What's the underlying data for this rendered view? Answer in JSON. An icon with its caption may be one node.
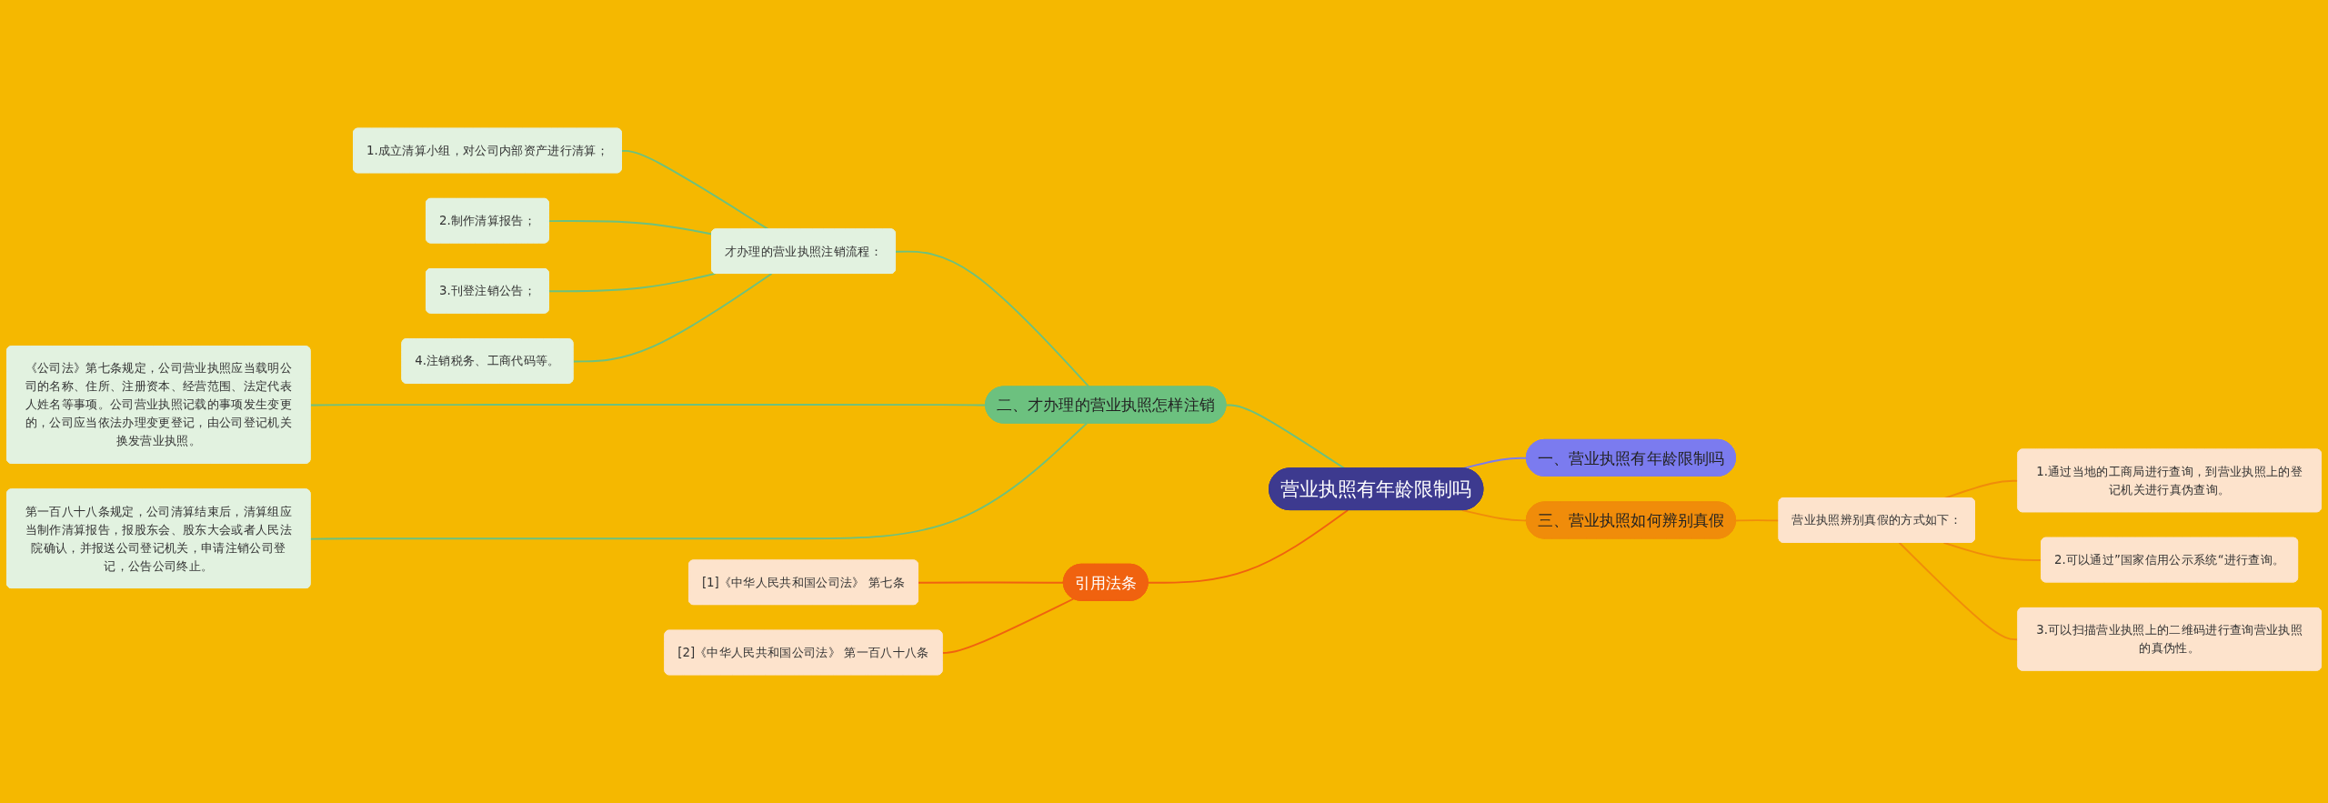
{
  "diagram": {
    "nodes": [
      {
        "text": [
          "营业执照有年龄限制吗"
        ]
      },
      {
        "text": [
          "一、营业执照有年龄限制吗"
        ]
      },
      {
        "text": [
          "二、才办理的营业执照怎样注销"
        ]
      },
      {
        "text": [
          "才办理的营业执照注销流程："
        ]
      },
      {
        "text": [
          "1.成立清算小组，对公司内部资产进行清算；"
        ]
      },
      {
        "text": [
          "2.制作清算报告；"
        ]
      },
      {
        "text": [
          "3.刊登注销公告；"
        ]
      },
      {
        "text": [
          "4.注销税务、工商代码等。"
        ]
      },
      {
        "text": [
          "《公司法》第七条规定，公司营业执照应当载明公司的名称、住所、注册资本、经营范围、法定代表人姓名等事项。公司营业执照记载的事项发生变更的，公司应当依法办理变更登记，由公司登记机关换发营业执照。"
        ]
      },
      {
        "text": [
          "第一百八十八条规定，公司清算结束后，清算组应当制作清算报告，报股东会、股东大会或者人民法院确认，并报送公司登记机关，申请注销公司登记，公告公司终止。"
        ]
      },
      {
        "text": [
          "三、营业执照如何辨别真假"
        ]
      },
      {
        "text": [
          "营业执照辨别真假的方式如下："
        ]
      },
      {
        "text": [
          "1.通过当地的工商局进行查询，到营业执照上的登记机关进行真伪查询。"
        ]
      },
      {
        "text": [
          "2.可以通过”国家信用公示系统“进行查询。"
        ]
      },
      {
        "text": [
          "3.可以扫描营业执照上的二维码进行查询营业执照的真伪性。"
        ]
      },
      {
        "text": [
          "引用法条"
        ]
      },
      {
        "text": [
          "[1]《中华人民共和国公司法》 第七条"
        ]
      },
      {
        "text": [
          "[2]《中华人民共和国公司法》 第一百八十八条"
        ]
      }
    ],
    "edges": [
      {
        "from": 2,
        "to": 0,
        "arrow": "none"
      },
      {
        "from": 3,
        "to": 2,
        "arrow": "none"
      },
      {
        "from": 4,
        "to": 3,
        "arrow": "none"
      },
      {
        "from": 5,
        "to": 3,
        "arrow": "none"
      },
      {
        "from": 6,
        "to": 3,
        "arrow": "none"
      },
      {
        "from": 7,
        "to": 3,
        "arrow": "none"
      },
      {
        "from": 8,
        "to": 2,
        "arrow": "none"
      },
      {
        "from": 9,
        "to": 2,
        "arrow": "none"
      },
      {
        "from": 0,
        "to": 1,
        "arrow": "none",
        "color": "#7b7bef"
      },
      {
        "from": 0,
        "to": 10,
        "arrow": "none",
        "color": "#f08c0a"
      },
      {
        "from": 10,
        "to": 11,
        "arrow": "none",
        "color": "#f08c0a"
      },
      {
        "from": 11,
        "to": 12,
        "arrow": "none",
        "color": "#f08c0a"
      },
      {
        "from": 11,
        "to": 13,
        "arrow": "none",
        "color": "#f08c0a"
      },
      {
        "from": 11,
        "to": 14,
        "arrow": "none",
        "color": "#f08c0a"
      },
      {
        "from": 15,
        "to": 0,
        "arrow": "none",
        "color": "#f0620f"
      },
      {
        "from": 16,
        "to": 15,
        "arrow": "none",
        "color": "#f0620f"
      },
      {
        "from": 17,
        "to": 15,
        "arrow": "none",
        "color": "#f0620f"
      }
    ]
  }
}
